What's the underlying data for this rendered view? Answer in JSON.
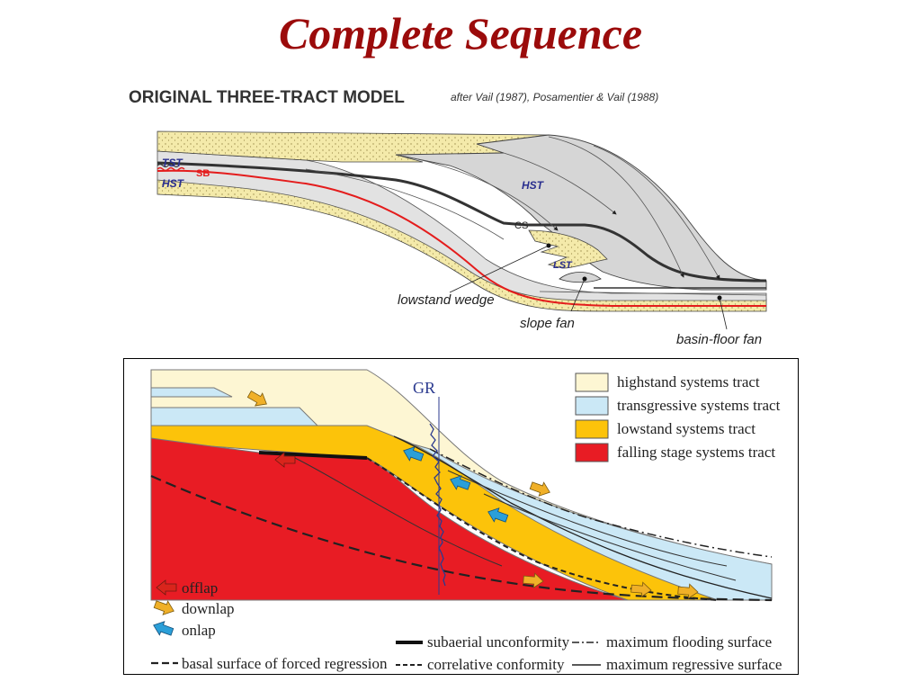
{
  "title": "Complete Sequence",
  "top_diagram": {
    "heading": "ORIGINAL THREE-TRACT MODEL",
    "citation": "after Vail (1987), Posamentier & Vail (1988)",
    "labels": {
      "tst": "TST",
      "sb": "SB",
      "hst_left": "HST",
      "hst_main": "HST",
      "cs": "CS",
      "lst": "LST",
      "lowstand_wedge": "lowstand wedge",
      "slope_fan": "slope fan",
      "basin_floor_fan": "basin-floor fan"
    },
    "colors": {
      "sand": "#f4eaaa",
      "shale": "#d2d2d2",
      "shale_light": "#e6e6e6",
      "sequence_boundary": "#e41c1c",
      "label_blue": "#2a2f8f"
    }
  },
  "bottom_diagram": {
    "gr_label": "GR",
    "legend": [
      {
        "label": "highstand systems tract",
        "color": "#fdf6d3"
      },
      {
        "label": "transgressive systems tract",
        "color": "#cbe8f6"
      },
      {
        "label": "lowstand systems tract",
        "color": "#fcc30a"
      },
      {
        "label": "falling stage systems tract",
        "color": "#e81c24"
      }
    ],
    "arrow_legend": [
      {
        "label": "offlap",
        "color": "#d9251c"
      },
      {
        "label": "downlap",
        "color": "#f0b028"
      },
      {
        "label": "onlap",
        "color": "#2b9fd8"
      }
    ],
    "line_legend": [
      {
        "label": "basal surface of forced regression",
        "style": "dashed"
      },
      {
        "label": "subaerial unconformity",
        "style": "thick"
      },
      {
        "label": "correlative conformity",
        "style": "short-dashed"
      },
      {
        "label": "maximum flooding surface",
        "style": "dash-dot"
      },
      {
        "label": "maximum regressive surface",
        "style": "solid"
      }
    ]
  }
}
